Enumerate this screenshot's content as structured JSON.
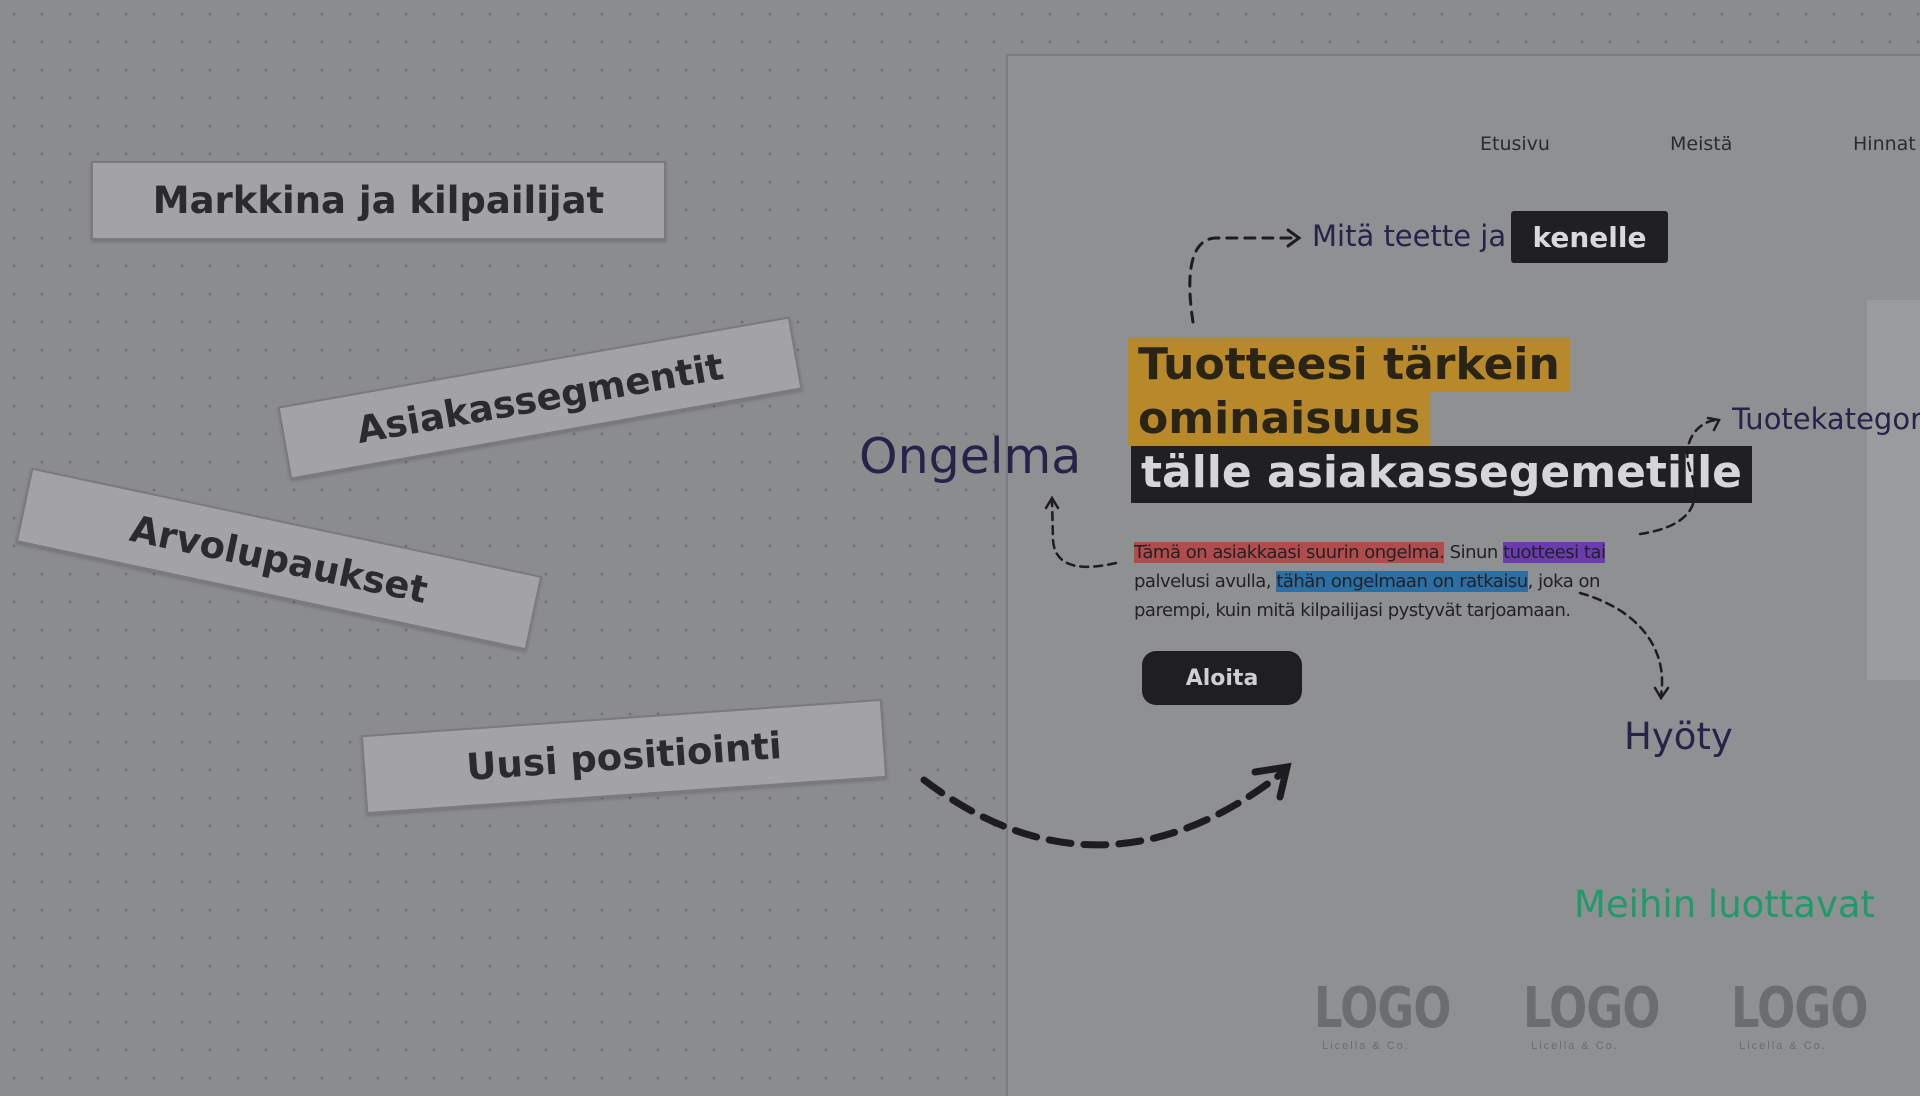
{
  "board": {
    "notes": [
      "Markkina ja kilpailijat",
      "Asiakassegmentit",
      "Arvolupaukset",
      "Uusi positiointi"
    ]
  },
  "frame": {
    "nav": [
      "Etusivu",
      "Meistä",
      "Hinnat"
    ],
    "label_mita": "Mitä teette ja",
    "label_kenelle": "kenelle",
    "label_ongelma": "Ongelma",
    "label_tuotekategoria": "Tuotekategori",
    "label_hyoty": "Hyöty",
    "headline": {
      "line1": "Tuotteesi tärkein",
      "line2": "ominaisuus",
      "line3": "tälle asiakassegemetille"
    },
    "body": {
      "p1": "Tämä on asiakkaasi suurin ongelma.",
      "p2": " Sinun ",
      "p3": "tuotteesi tai",
      "p4": "palvelusi avulla, ",
      "p5": "tähän ongelmaan on ratkaisu",
      "p6": ", joka on parempi, kuin mitä kilpailijasi pystyvät tarjoamaan."
    },
    "cta": "Aloita",
    "trusted_heading": "Meihin luottavat",
    "logos": [
      {
        "word": "LOGO",
        "sub": "Licella & Co."
      },
      {
        "word": "LOGO",
        "sub": "Licella & Co."
      },
      {
        "word": "LOGO",
        "sub": "Licella & Co."
      }
    ],
    "colors": {
      "highlight_orange": "#b8892a",
      "highlight_dark": "#202024",
      "mark_red": "#b24c4c",
      "mark_purple": "#6a3cb0",
      "mark_blue": "#2c6fa5",
      "trusted_green": "#1f9a6a"
    }
  }
}
